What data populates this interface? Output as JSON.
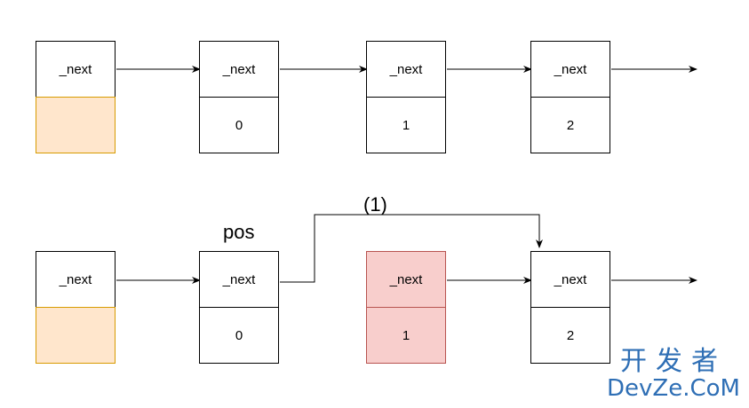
{
  "row1": {
    "nodes": [
      {
        "next_label": "_next",
        "value": "",
        "style": "sentinel"
      },
      {
        "next_label": "_next",
        "value": "0",
        "style": "normal"
      },
      {
        "next_label": "_next",
        "value": "1",
        "style": "normal"
      },
      {
        "next_label": "_next",
        "value": "2",
        "style": "normal"
      }
    ]
  },
  "row2": {
    "pos_label": "pos",
    "step_label": "(1)",
    "nodes": [
      {
        "next_label": "_next",
        "value": "",
        "style": "sentinel"
      },
      {
        "next_label": "_next",
        "value": "0",
        "style": "normal"
      },
      {
        "next_label": "_next",
        "value": "1",
        "style": "removed"
      },
      {
        "next_label": "_next",
        "value": "2",
        "style": "normal"
      }
    ]
  },
  "colors": {
    "sentinel_fill": "#ffe6cc",
    "sentinel_border": "#d79b00",
    "removed_fill": "#f8cecc",
    "removed_border": "#b85450",
    "watermark": "#2f6fb5"
  },
  "watermark": {
    "chinese": "开发者",
    "latin": "DevZe.CoM"
  }
}
